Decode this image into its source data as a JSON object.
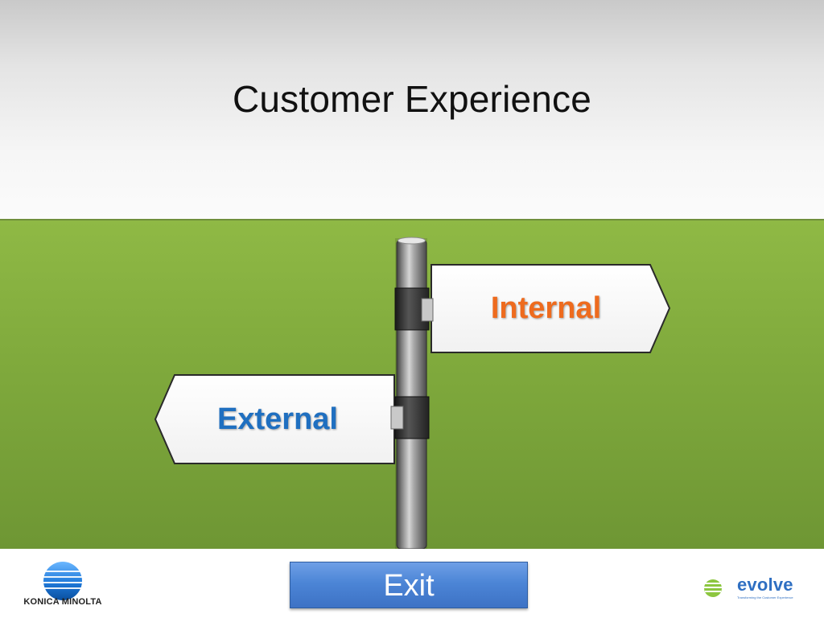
{
  "slide": {
    "title": "Customer Experience"
  },
  "signs": {
    "internal_label": "Internal",
    "external_label": "External"
  },
  "footer": {
    "brand_left": "KONICA MINOLTA",
    "exit_label": "Exit",
    "brand_right": "evolve",
    "brand_right_tagline": "Transforming the Customer Experience"
  },
  "colors": {
    "internal_text": "#ee6b1e",
    "external_text": "#1f6fc0",
    "field_green": "#7fa93c",
    "button_blue": "#4c85d6",
    "evolve_green": "#8cc63f",
    "evolve_blue": "#2f6fc2"
  },
  "icons": {
    "left_logo": "konica-minolta-globe-icon",
    "right_logo": "evolve-circle-icon"
  }
}
